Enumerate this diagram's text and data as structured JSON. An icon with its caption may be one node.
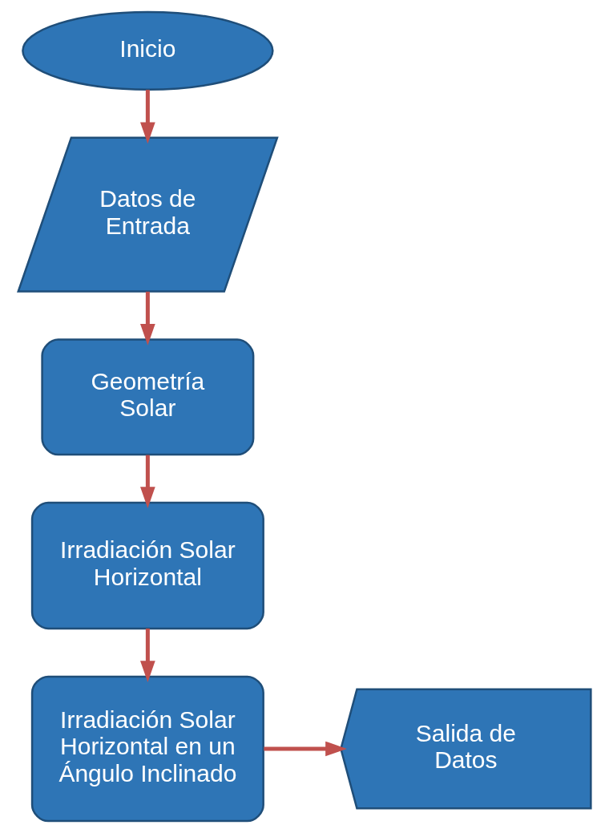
{
  "diagram": {
    "nodes": [
      {
        "text": [
          "Inicio"
        ]
      },
      {
        "text": [
          "Datos de Entrada"
        ]
      },
      {
        "text": [
          "Geometría Solar"
        ]
      },
      {
        "text": [
          "Irradiación Solar Horizontal"
        ]
      },
      {
        "text": [
          "Irradiación Solar Horizontal en un Ángulo Inclinado"
        ]
      },
      {
        "text": [
          "Salida de Datos"
        ]
      }
    ],
    "edges": [
      {
        "from": 0,
        "to": 1,
        "arrow": "to"
      },
      {
        "from": 1,
        "to": 2,
        "arrow": "to"
      },
      {
        "from": 2,
        "to": 3,
        "arrow": "to"
      },
      {
        "from": 3,
        "to": 4,
        "arrow": "to"
      },
      {
        "from": 4,
        "to": 5,
        "arrow": "to"
      }
    ]
  }
}
